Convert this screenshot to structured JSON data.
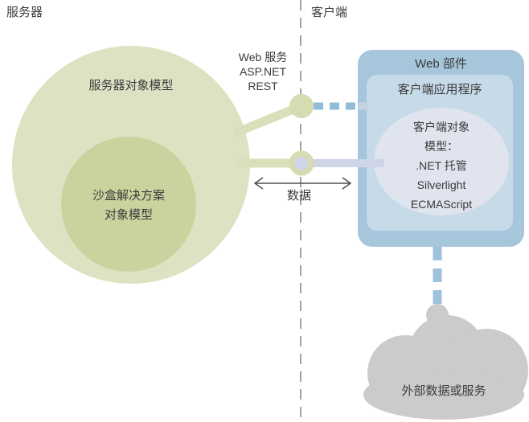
{
  "header": {
    "server_label": "服务器",
    "client_label": "客户端"
  },
  "server": {
    "object_model_label": "服务器对象模型",
    "sandbox": {
      "lines": [
        "沙盒解决方案",
        "对象模型"
      ]
    }
  },
  "interface": {
    "web_services": {
      "lines": [
        "Web 服务",
        "ASP.NET",
        "REST"
      ]
    },
    "data_label": "数据"
  },
  "client": {
    "webpart_title": "Web 部件",
    "app_title": "客户端应用程序",
    "object_model": {
      "lines": [
        "客户端对象",
        "模型：",
        ".NET 托管",
        "Silverlight",
        "ECMAScript"
      ]
    }
  },
  "external": {
    "cloud_label": "外部数据或服务"
  },
  "colors": {
    "server_circle_outer": "#dde2c3",
    "server_circle_inner": "#cad29e",
    "green_connector": "#dadfbb",
    "green_dot": "#d6dcb2",
    "webpart_box": "#a6c6dc",
    "client_app_box": "#c7dae8",
    "client_om_ellipse": "#e0e4ee",
    "lavender_connector": "#cdd5e7",
    "blue_dash_connector": "#92bbd8",
    "gray_cloud": "#cbcbcb",
    "divider": "#a3a3a3",
    "text": "#3b3b3b"
  }
}
